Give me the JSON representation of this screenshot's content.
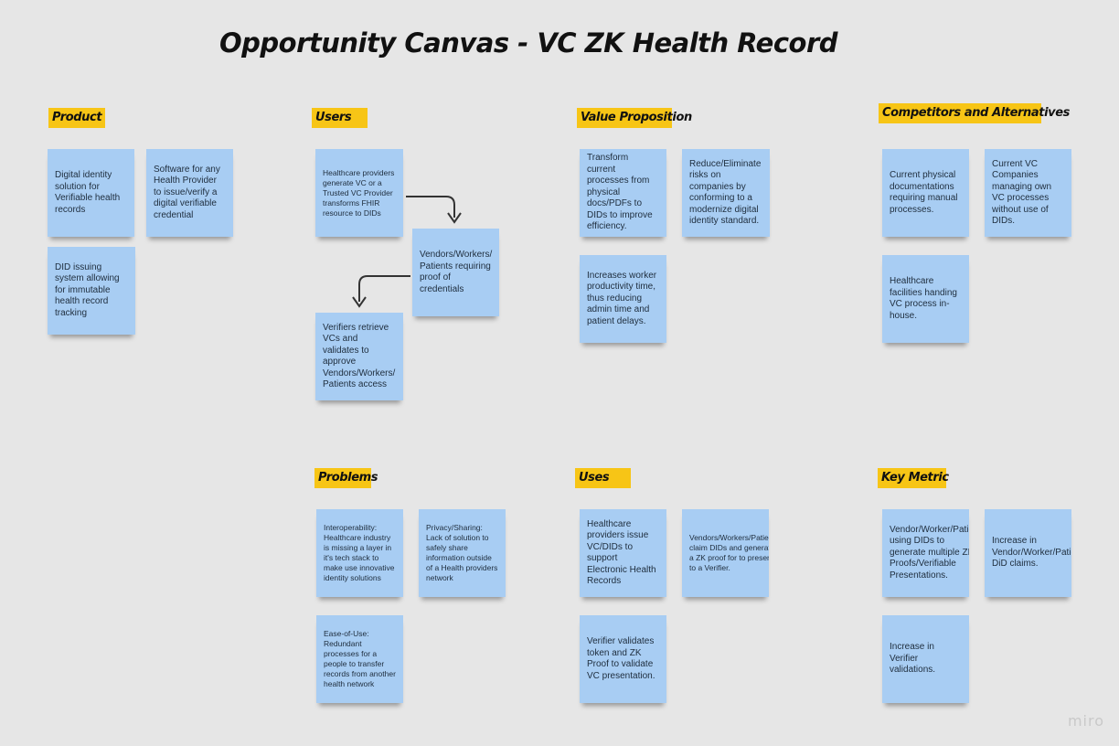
{
  "board": {
    "title": "Opportunity Canvas - VC ZK Health Record",
    "brand": "miro"
  },
  "sections": {
    "product": "Product",
    "users": "Users",
    "value_proposition": "Value Proposition",
    "competitors": "Competitors and Alternatives",
    "problems": "Problems",
    "uses": "Uses",
    "key_metric": "Key Metric"
  },
  "notes": {
    "product_1": "Digital identity solution for Verifiable health records",
    "product_2": "Software for any Health Provider to issue/verify a digital verifiable credential",
    "product_3": "DID issuing system allowing for immutable health record tracking",
    "users_1": "Healthcare providers generate VC or a Trusted VC Provider  transforms FHIR resource to DIDs",
    "users_2": "Vendors/Workers/ Patients requiring proof of credentials",
    "users_3": "Verifiers retrieve VCs and validates to approve Vendors/Workers/ Patients access",
    "value_1": "Transform current processes from physical docs/PDFs to DIDs to improve efficiency.",
    "value_2": "Reduce/Eliminate risks on companies by conforming to a modernize digital identity standard.",
    "value_3": "Increases worker productivity time, thus reducing admin time and patient delays.",
    "comp_1": "Current physical documentations requiring manual processes.",
    "comp_2": "Current VC Companies managing own VC processes without use of DIDs.",
    "comp_3": "Healthcare facilities handing VC process in-house.",
    "prob_1": "Interoperability: Healthcare industry is missing a layer in it's tech stack to make use innovative identity solutions",
    "prob_2": "Privacy/Sharing: Lack of solution to safely share information outside of a Health providers network",
    "prob_3": "Ease-of-Use: Redundant processes for a people to transfer records from another health network",
    "uses_1": "Healthcare providers issue VC/DIDs to support Electronic Health Records",
    "uses_2": "Vendors/Workers/Patients claim DIDs and generate a ZK proof for to present to a Verifier.",
    "uses_3": "Verifier validates token and ZK Proof to validate VC presentation.",
    "metric_1": "Vendor/Worker/Patient using DIDs to generate multiple ZK Proofs/Verifiable Presentations.",
    "metric_2": "Increase in Vendor/Worker/Patient DiD claims.",
    "metric_3": "Increase in Verifier validations."
  },
  "colors": {
    "background": "#e6e6e6",
    "label": "#f7c516",
    "sticky": "#a8cdf3"
  }
}
